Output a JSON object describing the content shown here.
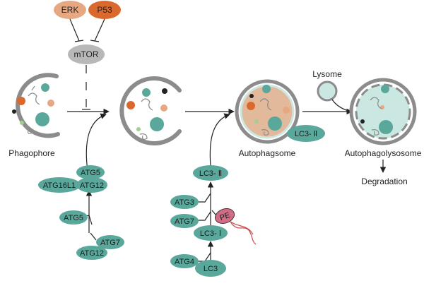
{
  "regulators": {
    "erk": "ERK",
    "p53": "P53",
    "mtor": "mTOR"
  },
  "stages": {
    "phagophore": "Phagophore",
    "autophagosome": "Autophagsome",
    "lysosome": "Lysome",
    "autophagolysosome": "Autophagolysosome",
    "degradation": "Degradation"
  },
  "atg_path_1": {
    "atg5_top": "ATG5",
    "atg16l1": "ATG16L1",
    "atg12_complex": "ATG12",
    "atg5": "ATG5",
    "atg7": "ATG7",
    "atg12": "ATG12"
  },
  "atg_path_2": {
    "lc3_ii": "LC3- Ⅱ",
    "atg3": "ATG3",
    "atg7": "ATG7",
    "pe": "PE",
    "lc3_i": "LC3- Ⅰ",
    "atg4": "ATG4",
    "lc3": "LC3"
  },
  "autophagosome_marker": "LC3- Ⅱ",
  "colors": {
    "erk": "#e6a882",
    "p53": "#d9692c",
    "mtor": "#b8b8b8",
    "protein": "#5aa89b",
    "pe": "#d16b86",
    "membrane": "#8c8c8c",
    "autophagosome_fill": "#e3b99b",
    "lysosome_fill": "#cbe7e2"
  }
}
